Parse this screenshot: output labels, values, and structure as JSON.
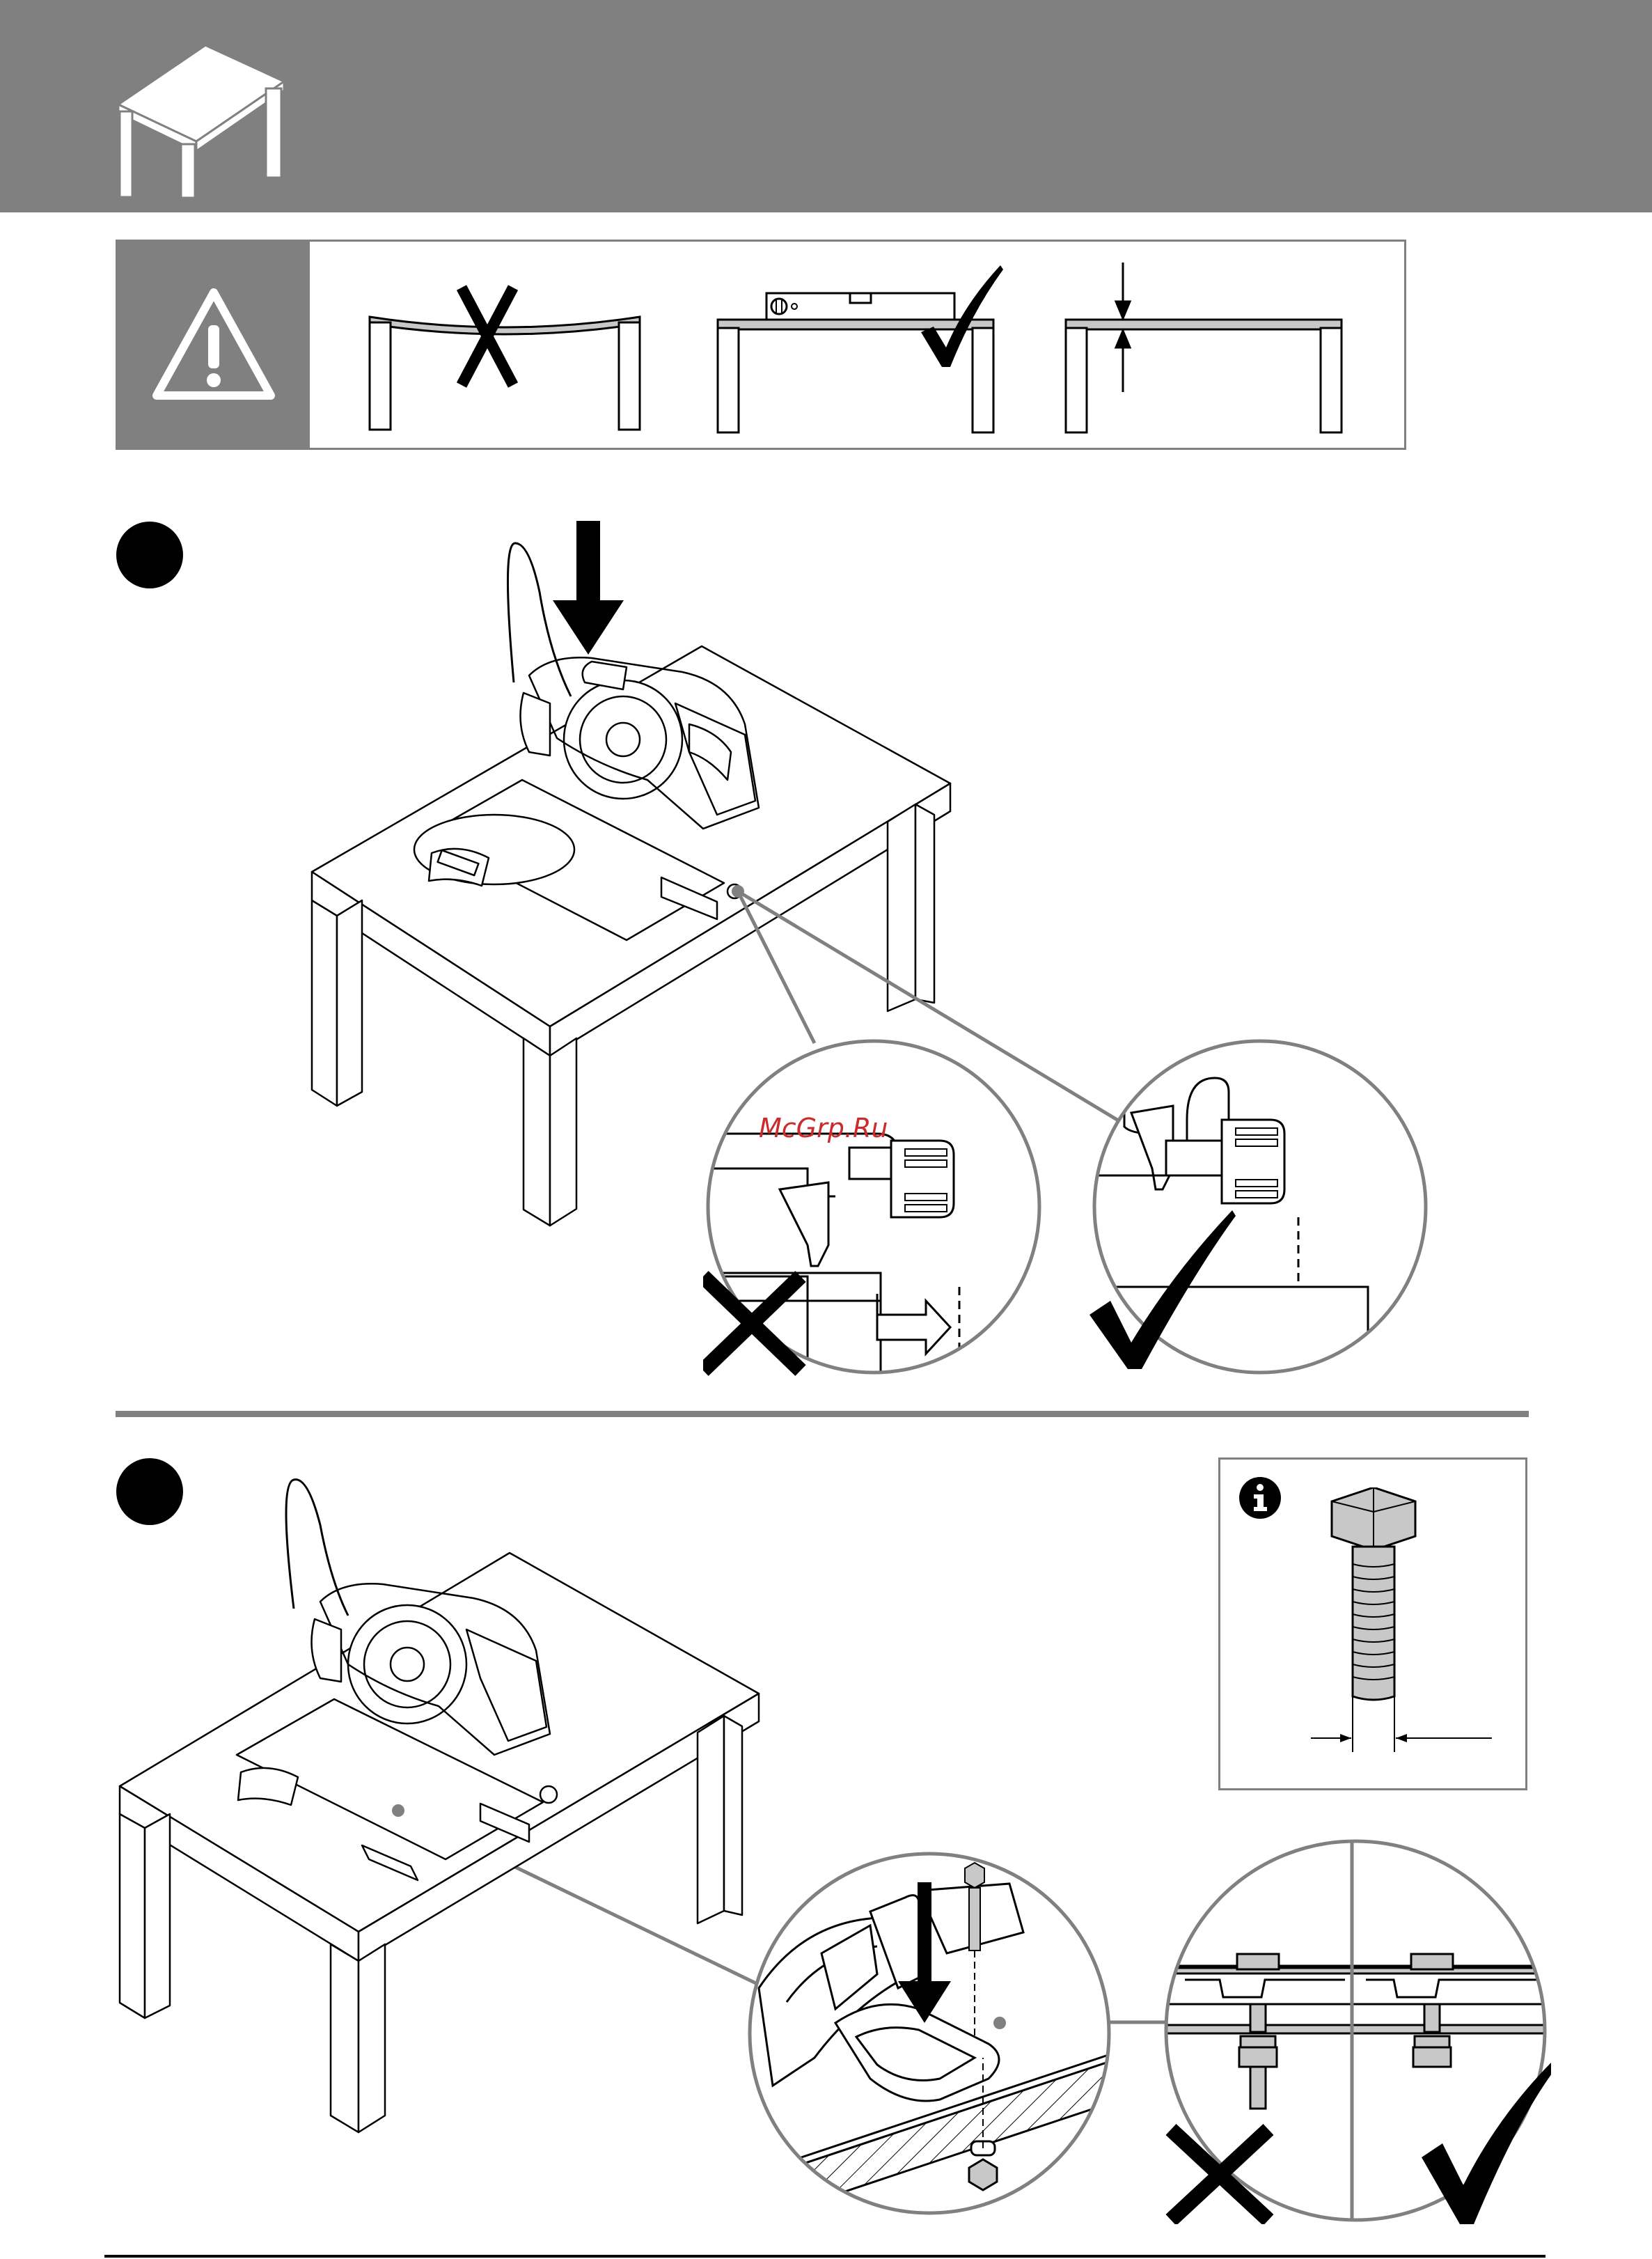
{
  "header": {
    "icon": "table-icon"
  },
  "warning_strip": {
    "icon": "warning-triangle-icon",
    "panels": [
      {
        "name": "bent-table",
        "mark": "cross-mark-icon"
      },
      {
        "name": "level-table",
        "tool": "spirit-level-icon",
        "mark": "check-mark-icon"
      },
      {
        "name": "thickness-table",
        "mark": "thickness-arrows-icon"
      }
    ]
  },
  "watermark": {
    "text": "McGrp.Ru",
    "color": "#cc2b2b"
  },
  "steps": [
    {
      "marker": "step-1-marker",
      "callouts": [
        "cross-mark-icon",
        "check-mark-icon"
      ]
    },
    {
      "marker": "step-2-marker",
      "callouts": [
        "cross-mark-icon",
        "check-mark-icon"
      ]
    }
  ],
  "info_box": {
    "icon": "info-icon",
    "subject": "bolt-icon"
  },
  "colors": {
    "band": "#808080",
    "accent_line": "#808080",
    "ink": "#000000",
    "watermark": "#cc2b2b"
  }
}
